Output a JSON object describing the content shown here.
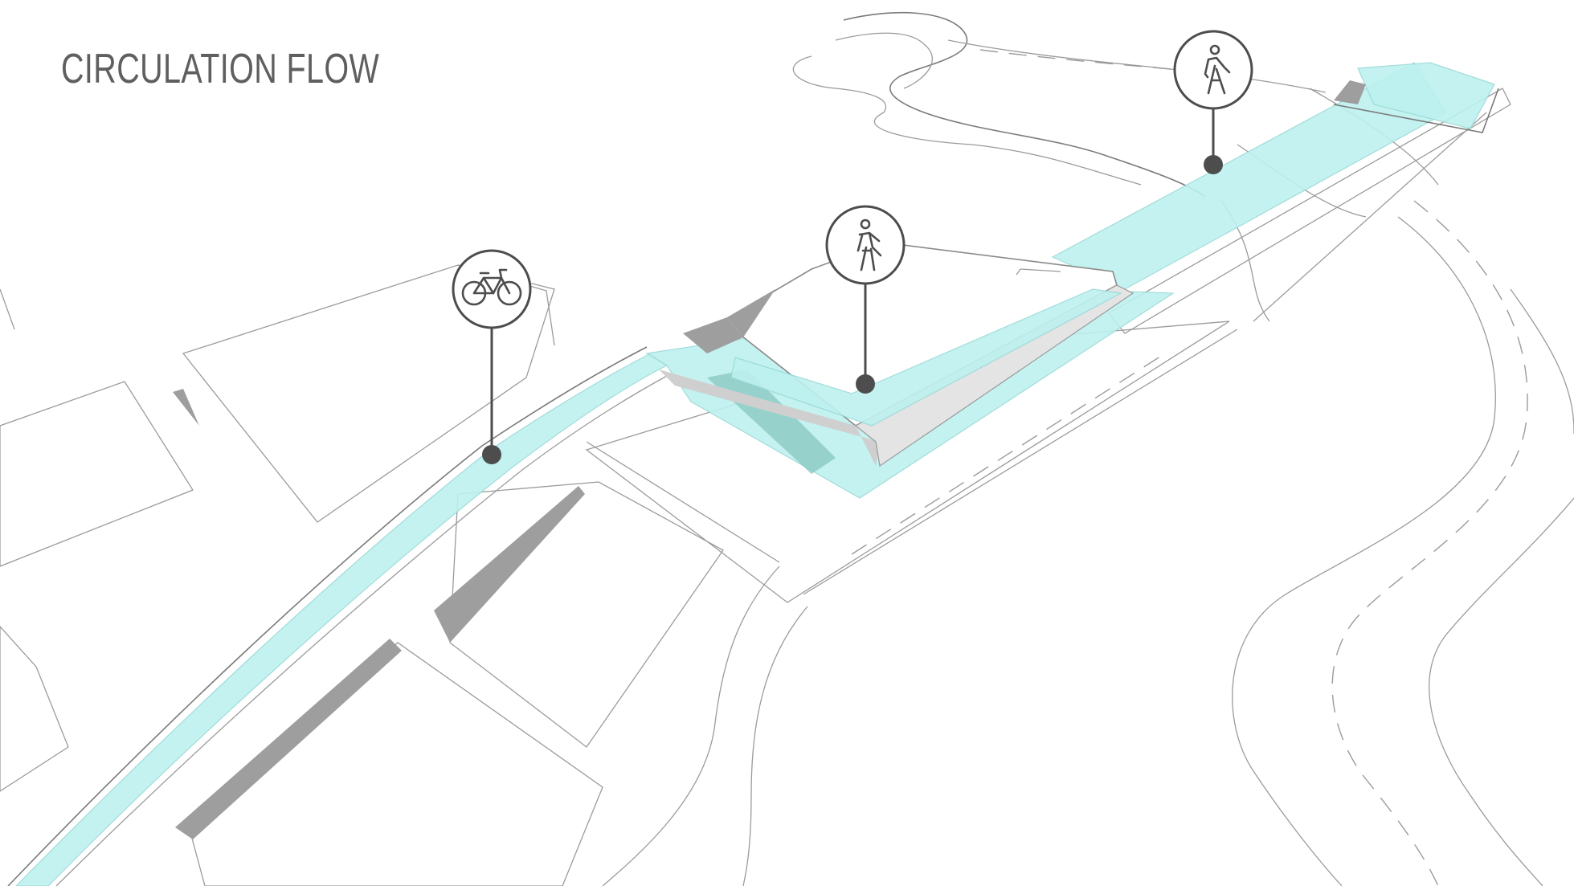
{
  "title": "CIRCULATION FLOW",
  "colors": {
    "title": "#5f5f5f",
    "circulation_path": "#bdf1ef",
    "circulation_path_edge": "#98d9d6",
    "marker": "#4d4d4d",
    "linework": "#9b9b9b",
    "shadow": "#9e9e9e",
    "background": "#ffffff"
  },
  "markers": [
    {
      "name": "bicycle-marker",
      "icon": "bicycle-icon"
    },
    {
      "name": "pedestrian-marker-center",
      "icon": "pedestrian-icon"
    },
    {
      "name": "pedestrian-marker-right",
      "icon": "pedestrian-icon"
    }
  ]
}
